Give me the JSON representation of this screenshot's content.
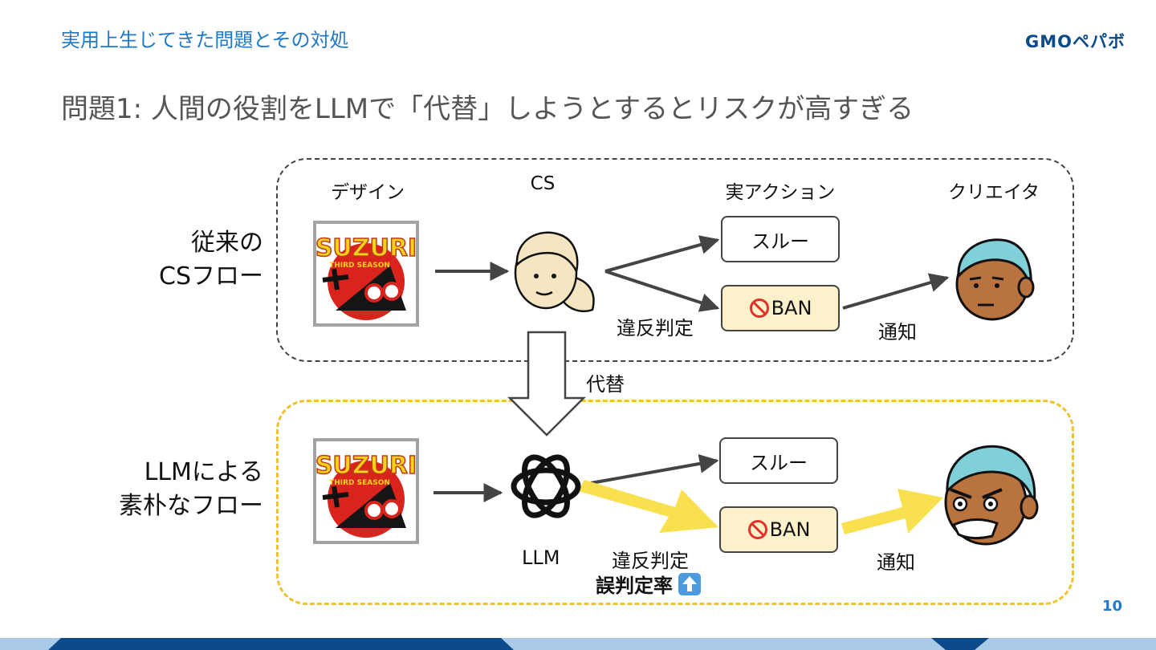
{
  "header": {
    "section_title": "実用上生じてきた問題とその対処",
    "logo_text": "GMOペパボ"
  },
  "title": "問題1: 人間の役割をLLMで「代替」しようとするとリスクが高すぎる",
  "page_number": "10",
  "columns": {
    "design": "デザイン",
    "cs": "CS",
    "action": "実アクション",
    "creator": "クリエイタ"
  },
  "traditional_flow": {
    "label_line1": "従来の",
    "label_line2": "CSフロー",
    "action_pass": "スルー",
    "action_ban": "BAN",
    "violation_label": "違反判定",
    "notify_label": "通知"
  },
  "replace_label": "代替",
  "llm_flow": {
    "label_line1": "LLMによる",
    "label_line2": "素朴なフロー",
    "agent_label": "LLM",
    "action_pass": "スルー",
    "action_ban": "BAN",
    "violation_label": "違反判定",
    "misjudge_label": "誤判定率",
    "notify_label": "通知"
  },
  "design_image_text": "SUZURI",
  "design_image_subtext": "THIRD SEASON",
  "colors": {
    "accent_blue": "#1f78c8",
    "llm_border": "#f0c22d",
    "highlight_arrow": "#f9e04e",
    "ban_fill": "#fdf1cc",
    "footer": "#a9cbe8"
  },
  "icons": {
    "ban": "prohibited-icon",
    "up": "up-arrow-icon",
    "llm": "openai-logo-icon"
  }
}
